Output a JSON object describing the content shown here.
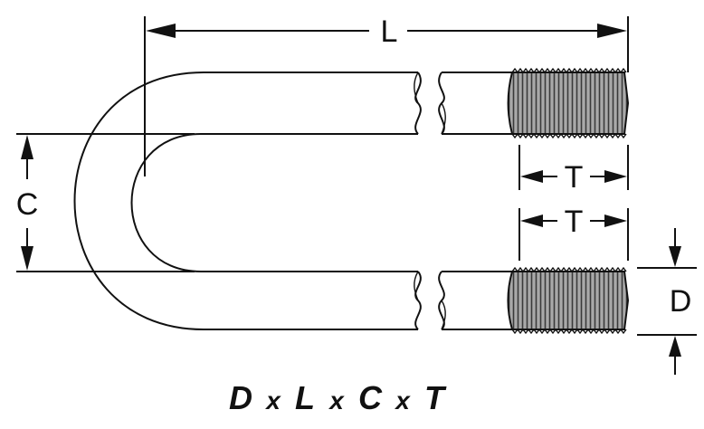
{
  "labels": {
    "length": "L",
    "thread_top": "T",
    "thread_bottom": "T",
    "centers": "C",
    "diameter": "D"
  },
  "formula": {
    "d": "D",
    "l": "L",
    "c": "C",
    "t": "T",
    "sep1": "x",
    "sep2": "x",
    "sep3": "x"
  },
  "colors": {
    "ink": "#111111",
    "background": "#ffffff",
    "thread_fill": "#a9a9a9"
  }
}
